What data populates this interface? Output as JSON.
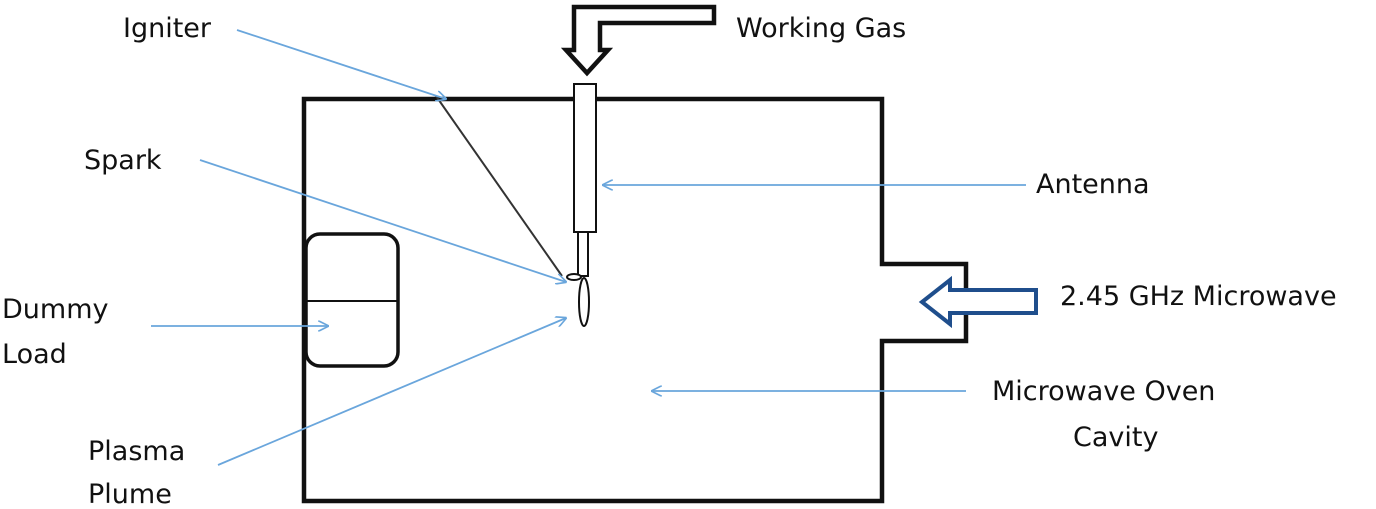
{
  "diagram": {
    "labels": {
      "igniter": "Igniter",
      "working_gas": "Working Gas",
      "spark": "Spark",
      "antenna": "Antenna",
      "microwave_source": "2.45 GHz Microwave",
      "dummy_load_line1": "Dummy",
      "dummy_load_line2": "Load",
      "cavity_line1": "Microwave Oven",
      "cavity_line2": "Cavity",
      "plasma_line1": "Plasma",
      "plasma_line2": "Plume"
    },
    "colors": {
      "outline": "#111111",
      "pointer_lines": "#6aa6dc",
      "microwave_arrow": "#1f4e8c",
      "background": "#ffffff"
    }
  }
}
